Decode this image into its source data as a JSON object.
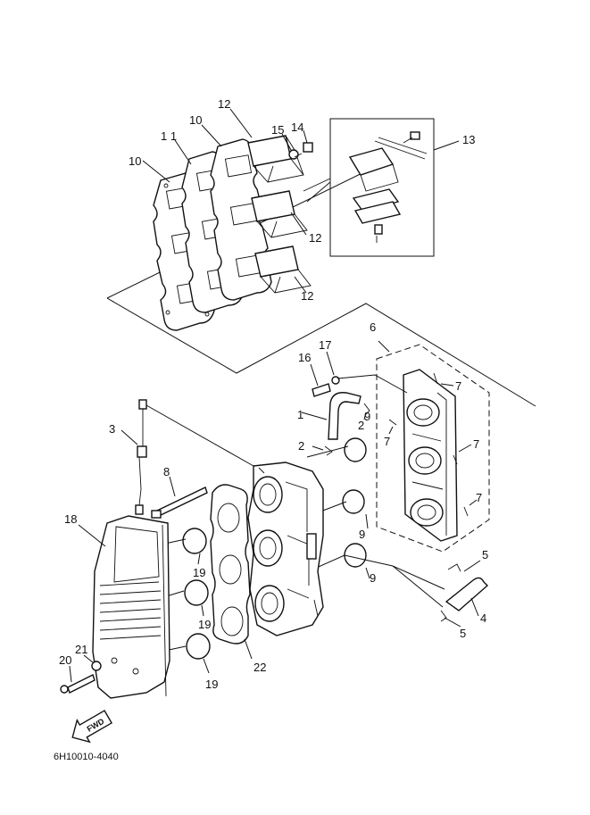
{
  "callouts": [
    {
      "id": "c1",
      "label": "1",
      "part": "hose"
    },
    {
      "id": "c2a",
      "label": "2",
      "part": "clip"
    },
    {
      "id": "c2b",
      "label": "2",
      "part": "clip"
    },
    {
      "id": "c3",
      "label": "3",
      "part": "wire-lead"
    },
    {
      "id": "c4",
      "label": "4",
      "part": "hose"
    },
    {
      "id": "c5a",
      "label": "5",
      "part": "clip"
    },
    {
      "id": "c5b",
      "label": "5",
      "part": "clip"
    },
    {
      "id": "c6",
      "label": "6",
      "part": "carburetor-assembly"
    },
    {
      "id": "c7a",
      "label": "7",
      "part": "pin"
    },
    {
      "id": "c7b",
      "label": "7",
      "part": "pin"
    },
    {
      "id": "c7c",
      "label": "7",
      "part": "pin"
    },
    {
      "id": "c7d",
      "label": "7",
      "part": "pin"
    },
    {
      "id": "c8",
      "label": "8",
      "part": "bolt"
    },
    {
      "id": "c9a",
      "label": "9",
      "part": "gasket"
    },
    {
      "id": "c9b",
      "label": "9",
      "part": "gasket"
    },
    {
      "id": "c9c",
      "label": "9",
      "part": "gasket"
    },
    {
      "id": "c10a",
      "label": "10",
      "part": "gasket"
    },
    {
      "id": "c10b",
      "label": "10",
      "part": "gasket"
    },
    {
      "id": "c11",
      "label": "1 1",
      "part": "reed-valve-plate"
    },
    {
      "id": "c12a",
      "label": "12",
      "part": "reed-valve"
    },
    {
      "id": "c12b",
      "label": "12",
      "part": "reed-valve"
    },
    {
      "id": "c12c",
      "label": "12",
      "part": "reed-valve"
    },
    {
      "id": "c13",
      "label": "13",
      "part": "reed-valve-assembly"
    },
    {
      "id": "c14",
      "label": "14",
      "part": "screw"
    },
    {
      "id": "c15",
      "label": "15",
      "part": "washer"
    },
    {
      "id": "c16",
      "label": "16",
      "part": "bolt"
    },
    {
      "id": "c17",
      "label": "17",
      "part": "washer"
    },
    {
      "id": "c18",
      "label": "18",
      "part": "silencer-cover"
    },
    {
      "id": "c19a",
      "label": "19",
      "part": "gasket"
    },
    {
      "id": "c19b",
      "label": "19",
      "part": "gasket"
    },
    {
      "id": "c19c",
      "label": "19",
      "part": "gasket"
    },
    {
      "id": "c20",
      "label": "20",
      "part": "bolt"
    },
    {
      "id": "c21",
      "label": "21",
      "part": "washer"
    },
    {
      "id": "c22",
      "label": "22",
      "part": "gasket"
    }
  ],
  "fwd_label": "FWD",
  "drawing_code": "6H10010-4040"
}
